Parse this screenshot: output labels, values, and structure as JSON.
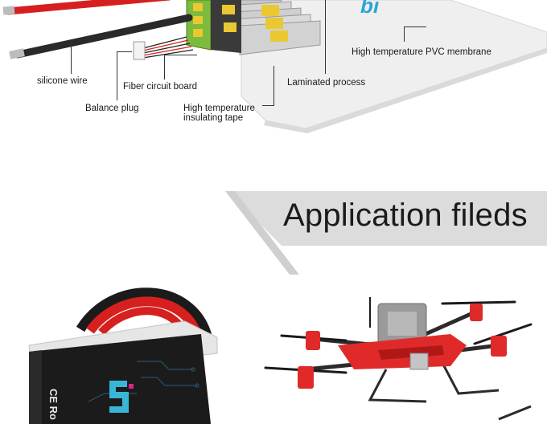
{
  "diagram": {
    "labels": {
      "silicone_wire": "silicone wire",
      "balance_plug": "Balance plug",
      "fiber_circuit_board": "Fiber circuit board",
      "insulating_tape_line1": "High temperature",
      "insulating_tape_line2": "insulating tape",
      "laminated_process": "Laminated process",
      "pvc_membrane": "High temperature PVC membrane"
    },
    "colors": {
      "wire_red": "#d62020",
      "wire_black": "#2a2a2a",
      "cell_yellow": "#e9c832",
      "board_green": "#7dbb3c",
      "membrane": "#eaeaea",
      "brand_blue": "#2aa6d6"
    }
  },
  "section": {
    "title": "Application fileds",
    "banner_color": "#dcdcdc"
  },
  "battery": {
    "cert_text": "CE Ro",
    "colors": {
      "body": "#1b1b1b",
      "wrap": "#e6e6e6",
      "logo_cyan": "#38b6d8",
      "logo_pink": "#e0208a"
    }
  },
  "drone": {
    "colors": {
      "frame": "#e02a2a",
      "arms": "#2b2b2b",
      "tank": "#9a9a9a"
    }
  }
}
